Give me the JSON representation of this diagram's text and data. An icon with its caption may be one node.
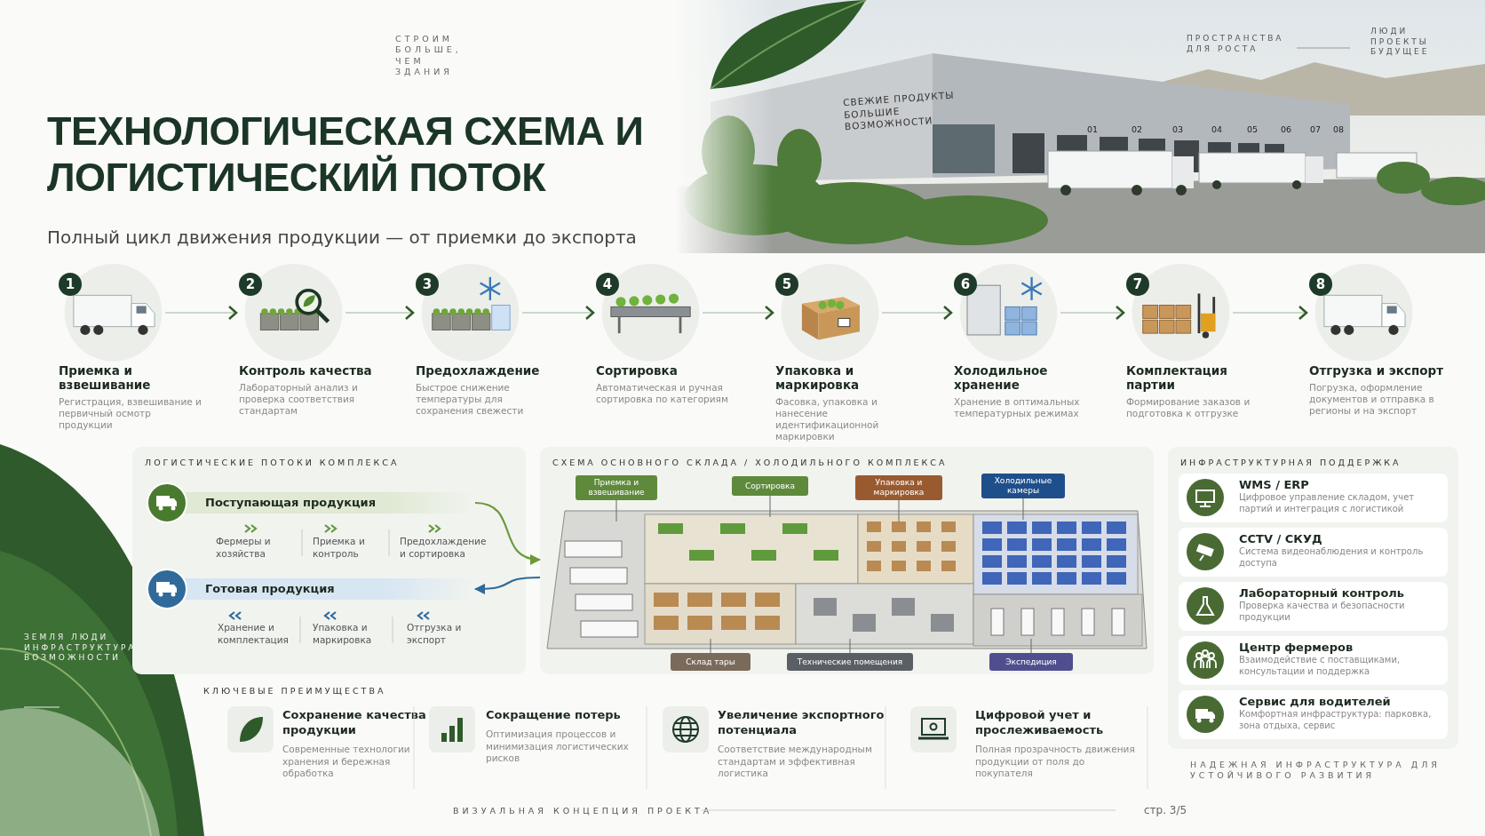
{
  "diagram": {
    "title": "ТЕХНОЛОГИЧЕСКАЯ СХЕМА И ЛОГИСТИЧЕСКИЙ ПОТОК",
    "nodes": [
      {
        "text": [
          "1",
          "Приемка и взвешивание",
          "Регистрация, взвешивание и первичный осмотр продукции"
        ]
      },
      {
        "text": [
          "2",
          "Контроль качества",
          "Лабораторный анализ и проверка соответствия стандартам"
        ]
      },
      {
        "text": [
          "3",
          "Предохлаждение",
          "Быстрое снижение температуры для сохранения свежести"
        ]
      },
      {
        "text": [
          "4",
          "Сортировка",
          "Автоматическая и ручная сортировка по категориям"
        ]
      },
      {
        "text": [
          "5",
          "Упаковка и маркировка",
          "Фасовка, упаковка и нанесение идентификационной маркировки"
        ]
      },
      {
        "text": [
          "6",
          "Холодильное хранение",
          "Хранение в оптимальных температурных режимах"
        ]
      },
      {
        "text": [
          "7",
          "Комплектация партии",
          "Формирование заказов и подготовка к отгрузке"
        ]
      },
      {
        "text": [
          "8",
          "Отгрузка и экспорт",
          "Погрузка, оформление документов и отправка в регионы и на экспорт"
        ]
      },
      {
        "text": [
          "ЛОГИСТИЧЕСКИЕ ПОТОКИ КОМПЛЕКСА"
        ]
      },
      {
        "text": [
          "Поступающая продукция"
        ],
        "in": 8
      },
      {
        "text": [
          "Готовая продукция"
        ],
        "in": 8
      },
      {
        "text": [
          "СХЕМА ОСНОВНОГО СКЛАДА / ХОЛОДИЛЬНОГО КОМПЛЕКСА"
        ]
      },
      {
        "text": [
          "Приемка и взвешивание"
        ],
        "in": 11
      },
      {
        "text": [
          "Сортировка"
        ],
        "in": 11
      },
      {
        "text": [
          "Упаковка и маркировка"
        ],
        "in": 11
      },
      {
        "text": [
          "Холодильные камеры"
        ],
        "in": 11
      },
      {
        "text": [
          "Склад тары"
        ],
        "in": 11
      },
      {
        "text": [
          "Технические помещения"
        ],
        "in": 11
      },
      {
        "text": [
          "Экспедиция"
        ],
        "in": 11
      },
      {
        "text": [
          "ИНФРАСТРУКТУРНАЯ ПОДДЕРЖКА"
        ]
      },
      {
        "text": [
          "WMS / ERP",
          "Цифровое управление складом, учет партий и интеграция с логистикой"
        ],
        "in": 19
      },
      {
        "text": [
          "CCTV / СКУД",
          "Система видеонаблюдения и контроль доступа"
        ],
        "in": 19
      },
      {
        "text": [
          "Лабораторный контроль",
          "Проверка качества и безопасности продукции"
        ],
        "in": 19
      },
      {
        "text": [
          "Центр фермеров",
          "Взаимодействие с поставщиками, консультации и поддержка"
        ],
        "in": 19
      },
      {
        "text": [
          "Сервис для водителей",
          "Комфортная инфраструктура: парковка, зона отдыха, сервис"
        ],
        "in": 19
      }
    ],
    "edges": [
      {
        "from": 0,
        "to": 1,
        "arrow": "to"
      },
      {
        "from": 1,
        "to": 2,
        "arrow": "to"
      },
      {
        "from": 2,
        "to": 3,
        "arrow": "to"
      },
      {
        "from": 3,
        "to": 4,
        "arrow": "to"
      },
      {
        "from": 4,
        "to": 5,
        "arrow": "to"
      },
      {
        "from": 5,
        "to": 6,
        "arrow": "to"
      },
      {
        "from": 6,
        "to": 7,
        "arrow": "to"
      },
      {
        "from": 9,
        "to": 11,
        "arrow": "to",
        "color": "#6a9a3a"
      },
      {
        "from": 11,
        "to": 10,
        "arrow": "to",
        "color": "#2f6a9a"
      },
      {
        "from": 12,
        "to": null,
        "arrow": "none",
        "color": "#666666"
      },
      {
        "from": 13,
        "to": null,
        "arrow": "none",
        "color": "#666666"
      },
      {
        "from": 14,
        "to": null,
        "arrow": "none",
        "color": "#666666"
      },
      {
        "from": 15,
        "to": null,
        "arrow": "none",
        "color": "#666666"
      },
      {
        "from": 16,
        "to": null,
        "arrow": "none",
        "color": "#666666"
      },
      {
        "from": 17,
        "to": null,
        "arrow": "none",
        "color": "#666666"
      },
      {
        "from": 18,
        "to": null,
        "arrow": "none",
        "color": "#666666"
      }
    ],
    "labels": [
      "СТРОИМ БОЛЬШЕ, ЧЕМ ЗДАНИЯ",
      "Полный цикл движения продукции — от приемки до экспорта",
      "ПРОСТРАНСТВА ДЛЯ РОСТА",
      "ЛЮДИ ПРОЕКТЫ БУДУЩЕЕ",
      "СВЕЖИЕ ПРОДУКТЫ БОЛЬШИЕ ВОЗМОЖНОСТИ",
      "01",
      "02",
      "03",
      "04",
      "05",
      "06",
      "07",
      "08",
      "Фермеры и хозяйства",
      "Приемка и контроль",
      "Предохлаждение и сортировка",
      "Хранение и комплектация",
      "Упаковка и маркировка",
      "Отгрузка и экспорт",
      "ЗЕМЛЯ ЛЮДИ ИНФРАСТРУКТУРА ВОЗМОЖНОСТИ",
      "КЛЮЧЕВЫЕ ПРЕИМУЩЕСТВА",
      "Сохранение качества продукции",
      "Современные технологии хранения и бережная обработка",
      "Сокращение потерь",
      "Оптимизация процессов и минимизация логистических рисков",
      "Увеличение экспортного потенциала",
      "Соответствие международным стандартам и эффективная логистика",
      "Цифровой учет и прослеживаемость",
      "Полная прозрачность движения продукции от поля до покупателя",
      "НАДЕЖНАЯ ИНФРАСТРУКТУРА ДЛЯ УСТОЙЧИВОГО РАЗВИТИЯ",
      "ВИЗУАЛЬНАЯ КОНЦЕПЦИЯ ПРОЕКТА",
      "стр. 3/5"
    ]
  }
}
